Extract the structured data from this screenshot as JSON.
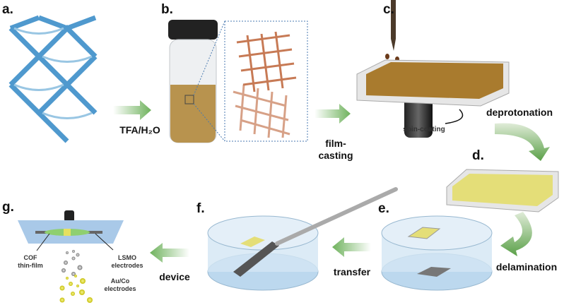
{
  "panels": {
    "a": "a.",
    "b": "b.",
    "c": "c.",
    "d": "d.",
    "e": "e.",
    "f": "f.",
    "g": "g."
  },
  "steps": {
    "acid": "TFA/H₂O",
    "film_casting": "film-\ncasting",
    "film_line1": "film-",
    "film_line2": "casting",
    "spin_coating": "spin-coating",
    "deprotonation": "deprotonation",
    "delamination": "delamination",
    "transfer": "transfer",
    "device": "device"
  },
  "device_labels": {
    "cof_line1": "COF",
    "cof_line2": "thin-film",
    "lsmo_line1": "LSMO",
    "lsmo_line2": "electrodes",
    "auco_line1": "Au/Co",
    "auco_line2": "electrodes"
  },
  "colors": {
    "arrow": "#7cb96a",
    "film_brown": "#b88a3c",
    "film_yellow": "#e6e27a",
    "water": "#bcd8ee",
    "lattice": "#3c8fc9"
  }
}
